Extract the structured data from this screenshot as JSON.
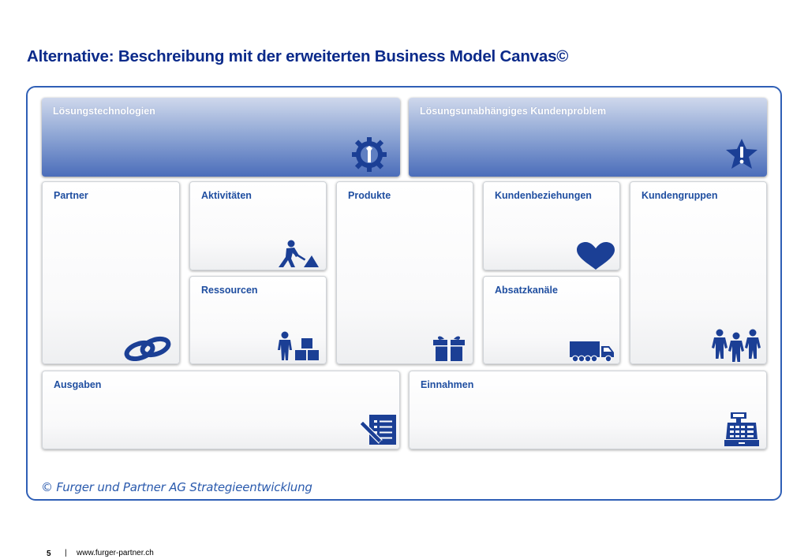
{
  "slide": {
    "title": "Alternative: Beschreibung mit der erweiterten Business Model Canvas©",
    "copyright": "© Furger und Partner AG Strategieentwicklung"
  },
  "canvas": {
    "loesungstechnologien": {
      "label": "Lösungstechnologien",
      "icon": "gear-wrench-icon"
    },
    "kundenproblem": {
      "label": "Lösungsunabhängiges Kundenproblem",
      "icon": "star-exclamation-icon"
    },
    "partner": {
      "label": "Partner",
      "icon": "chain-link-icon"
    },
    "aktivitaeten": {
      "label": "Aktivitäten",
      "icon": "worker-shovel-icon"
    },
    "ressourcen": {
      "label": "Ressourcen",
      "icon": "person-boxes-icon"
    },
    "produkte": {
      "label": "Produkte",
      "icon": "gift-icon"
    },
    "kundenbeziehungen": {
      "label": "Kundenbeziehungen",
      "icon": "heart-icon"
    },
    "absatzkanaele": {
      "label": "Absatzkanäle",
      "icon": "truck-icon"
    },
    "kundengruppen": {
      "label": "Kundengruppen",
      "icon": "people-group-icon"
    },
    "ausgaben": {
      "label": "Ausgaben",
      "icon": "document-pen-icon"
    },
    "einnahmen": {
      "label": "Einnahmen",
      "icon": "cash-register-icon"
    }
  },
  "colors": {
    "title": "#0b2a8a",
    "accent": "#1f4ea0",
    "frame": "#2f5fb6"
  },
  "footer": {
    "page_number": "5",
    "separator": "|",
    "url": "www.furger-partner.ch"
  }
}
